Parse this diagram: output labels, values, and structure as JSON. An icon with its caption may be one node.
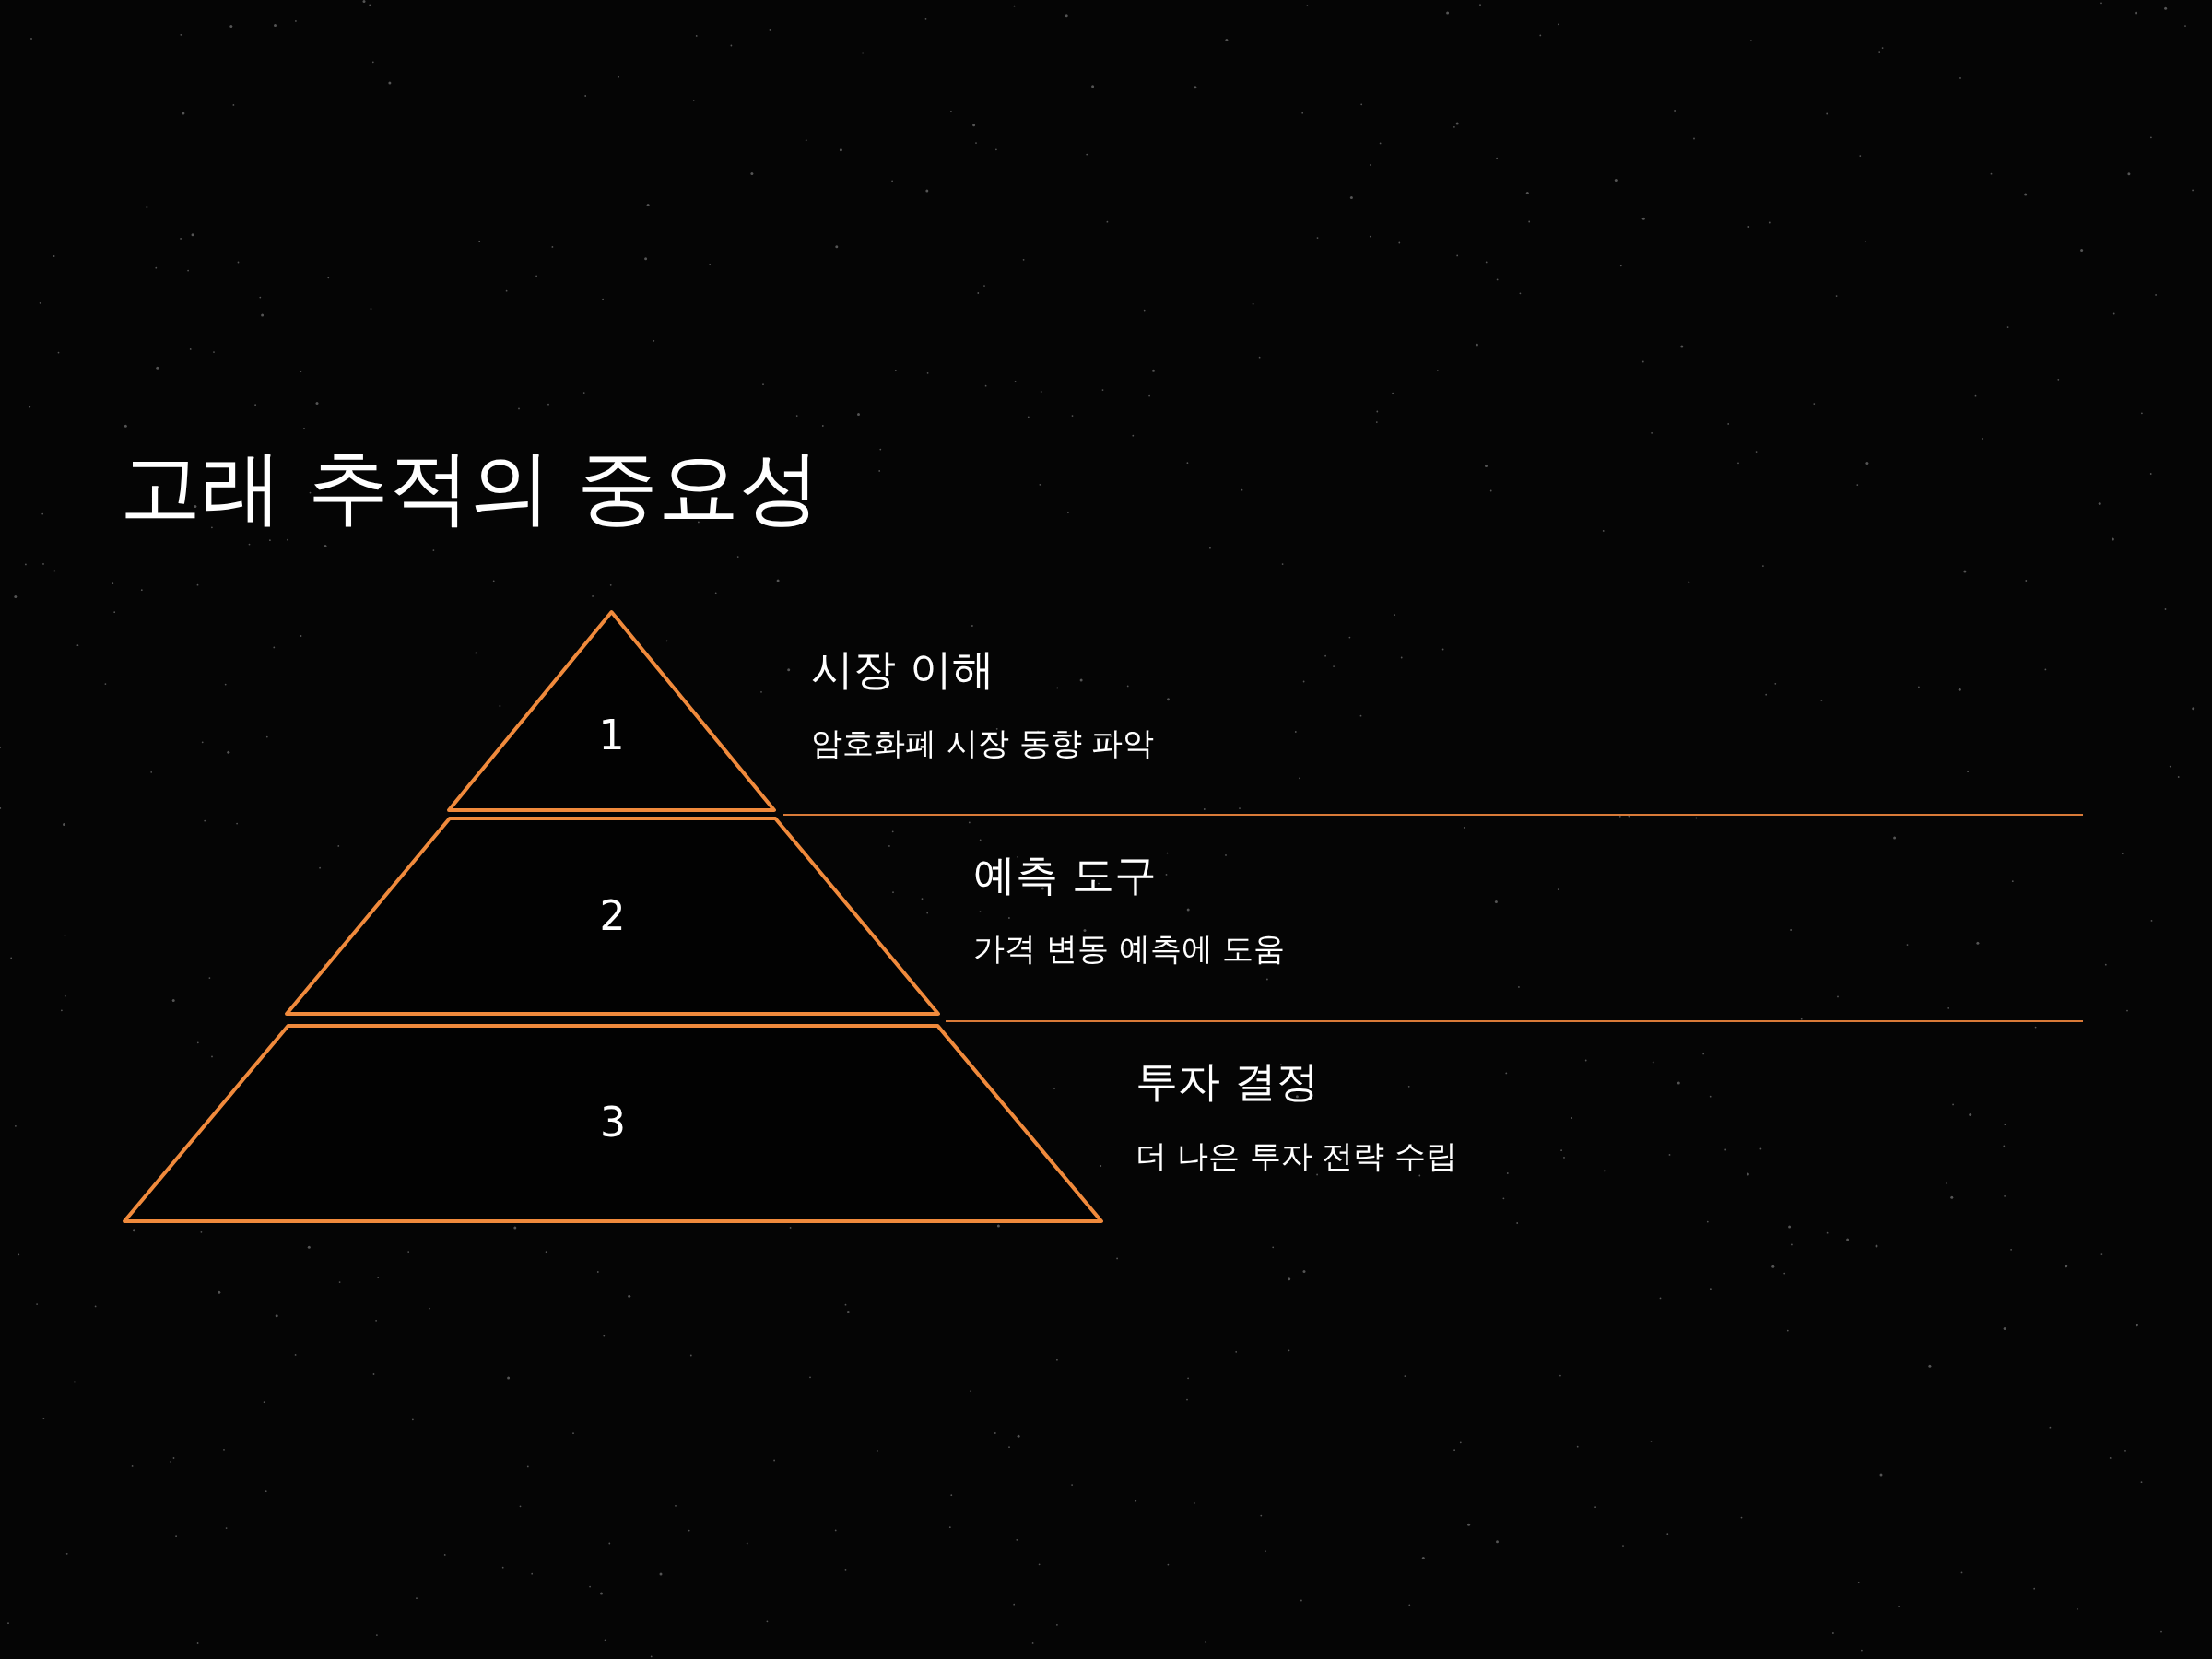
{
  "diagram": {
    "title": "고래 추적의 중요성",
    "nodes": [
      {
        "text": [
          "1"
        ],
        "beside": [
          "시장 이해",
          "암호화폐 시장 동향 파악"
        ]
      },
      {
        "text": [
          "2"
        ],
        "beside": [
          "예측 도구",
          "가격 변동 예측에 도움"
        ]
      },
      {
        "text": [
          "3"
        ],
        "beside": [
          "투자 결정",
          "더 나은 투자 전략 수립"
        ]
      }
    ]
  }
}
